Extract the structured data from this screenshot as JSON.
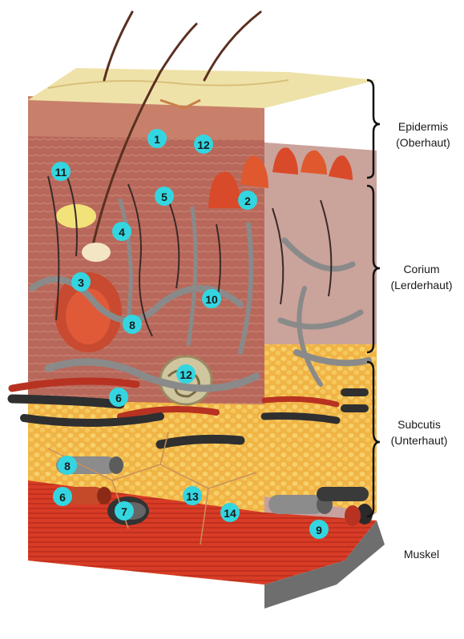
{
  "layers": [
    {
      "name": "Epidermis",
      "sub": "(Oberhaut)"
    },
    {
      "name": "Corium",
      "sub": "(Lerderhaut)"
    },
    {
      "name": "Subcutis",
      "sub": "(Unterhaut)"
    },
    {
      "name": "Muskel",
      "sub": ""
    }
  ],
  "markers": [
    "1",
    "12",
    "11",
    "5",
    "2",
    "4",
    "3",
    "10",
    "8",
    "12",
    "6",
    "8",
    "6",
    "7",
    "13",
    "14",
    "9"
  ],
  "colors": {
    "marker": "#33d6e0",
    "epidermis": "#e8d89a",
    "dermis": "#b5614a",
    "papillae": "#d94a2a",
    "vessel": "#8f8f8f",
    "fat": "#f2b84a",
    "muscle": "#d43a2a"
  }
}
